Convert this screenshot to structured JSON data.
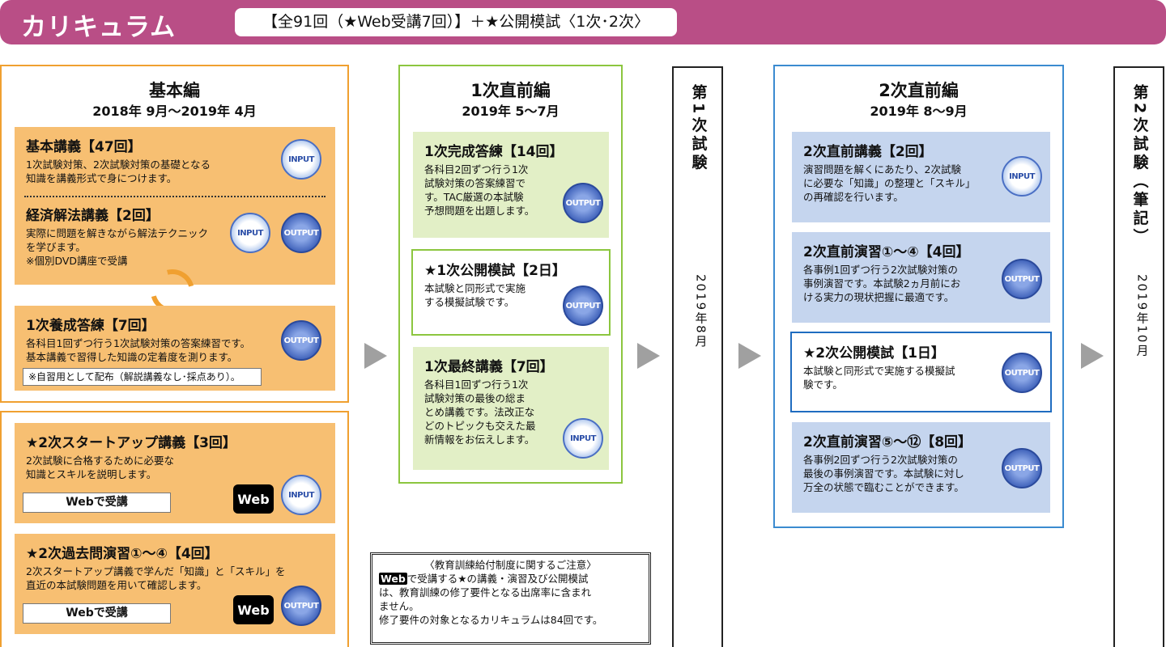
{
  "header": {
    "title": "カリキュラム",
    "summary": "【全91回（★Web受講7回）】＋★公開模試〈1次･2次〉"
  },
  "basic": {
    "title": "基本編",
    "date": "2018年 9月～2019年 4月",
    "cards": [
      {
        "title": "基本講義【47回】",
        "desc": "1次試験対策、2次試験対策の基礎となる\n知識を講義形式で身につけます。",
        "icon": "INPUT"
      },
      {
        "title": "経済解法講義【2回】",
        "desc": "実際に問題を解きながら解法テクニック\nを学びます。\n※個別DVD講座で受講",
        "icons": [
          "INPUT",
          "OUTPUT"
        ]
      },
      {
        "title": "1次養成答練【7回】",
        "desc": "各科目1回ずつ行う1次試験対策の答案練習です。\n基本講義で習得した知識の定着度を測ります。",
        "note": "※自習用として配布（解説講義なし･採点あり）。",
        "icon": "OUTPUT"
      }
    ]
  },
  "startup": {
    "cards": [
      {
        "title": "★2次スタートアップ講義【3回】",
        "desc": "2次試験に合格するために必要な\n知識とスキルを説明します。",
        "web_button": "Webで受講",
        "web_badge": "Web",
        "icon": "INPUT"
      },
      {
        "title": "★2次過去問演習①～④【4回】",
        "desc": "2次スタートアップ講義で学んだ「知識」と「スキル」を\n直近の本試験問題を用いて確認します。",
        "web_button": "Webで受講",
        "web_badge": "Web",
        "icon": "OUTPUT"
      }
    ]
  },
  "first_pre": {
    "title": "1次直前編",
    "date": "2019年 5～7月",
    "cards": [
      {
        "title": "1次完成答練【14回】",
        "desc": "各科目2回ずつ行う1次\n試験対策の答案練習で\nす。TAC厳選の本試験\n予想問題を出題します。",
        "icon": "OUTPUT"
      },
      {
        "title": "★1次公開模試【2日】",
        "desc": "本試験と同形式で実施\nする模擬試験です。",
        "icon": "OUTPUT"
      },
      {
        "title": "1次最終講義【7回】",
        "desc": "各科目1回ずつ行う1次\n試験対策の最後の総ま\nとめ講義です。法改正な\nどのトピックも交えた最\n新情報をお伝えします。",
        "icon": "INPUT"
      }
    ]
  },
  "notice": {
    "title": "〈教育訓練給付制度に関するご注意〉",
    "badge": "Web",
    "line1": "で受講する★の講義・演習及び公開模試",
    "line2": "は、教育訓練の修了要件となる出席率に含まれ\nません。",
    "line3": "修了要件の対象となるカリキュラムは84回です。"
  },
  "exam1": {
    "title": "第1次試験",
    "date": "2019年8月"
  },
  "second_pre": {
    "title": "2次直前編",
    "date": "2019年 8～9月",
    "cards": [
      {
        "title": "2次直前講義【2回】",
        "desc": "演習問題を解くにあたり、2次試験\nに必要な「知識」の整理と「スキル」\nの再確認を行います。",
        "icon": "INPUT"
      },
      {
        "title": "2次直前演習①～④【4回】",
        "desc": "各事例1回ずつ行う2次試験対策の\n事例演習です。本試験2ヵ月前にお\nける実力の現状把握に最適です。",
        "icon": "OUTPUT"
      },
      {
        "title": "★2次公開模試【1日】",
        "desc": "本試験と同形式で実施する模擬試\n験です。",
        "icon": "OUTPUT"
      },
      {
        "title": "2次直前演習⑤～⑫【8回】",
        "desc": "各事例2回ずつ行う2次試験対策の\n最後の事例演習です。本試験に対し\n万全の状態で臨むことができます。",
        "icon": "OUTPUT"
      }
    ]
  },
  "exam2": {
    "title": "第2次試験（筆記）",
    "date": "2019年10月"
  },
  "colors": {
    "header": "#b94e86",
    "orange": "#f0a030",
    "green": "#8cc63f",
    "blue": "#3b8bd0"
  }
}
